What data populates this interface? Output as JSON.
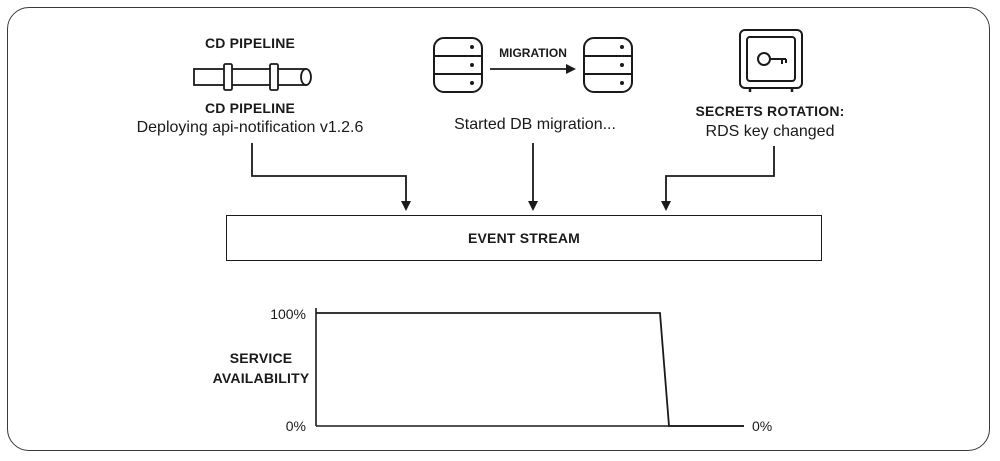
{
  "cd_pipeline": {
    "icon_label": "CD PIPELINE",
    "title": "CD PIPELINE",
    "message": "Deploying api-notification v1.2.6"
  },
  "db_migration": {
    "arrow_label": "MIGRATION",
    "message": "Started DB migration..."
  },
  "secrets_rotation": {
    "title": "SECRETS ROTATION:",
    "message": "RDS key changed"
  },
  "event_stream": {
    "label": "EVENT STREAM"
  },
  "chart_data": {
    "type": "line",
    "ylabel": [
      "SERVICE",
      "AVAILABILITY"
    ],
    "yticks": [
      "100%",
      "0%"
    ],
    "end_label": "0%",
    "ylim": [
      0,
      100
    ],
    "series": [
      {
        "values": [
          100,
          100,
          0,
          0
        ]
      }
    ]
  },
  "icons": {
    "pipe": "pipe-icon",
    "database": "database-icon",
    "safe": "safe-key-icon"
  }
}
